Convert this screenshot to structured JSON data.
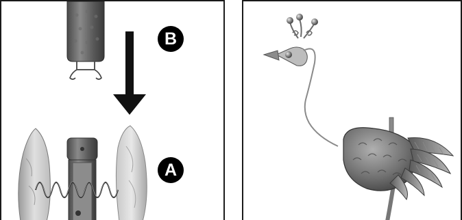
{
  "figure": {
    "left_panel": {
      "markers": [
        {
          "label": "B"
        },
        {
          "label": "A"
        }
      ],
      "icons": [
        "clip-part",
        "down-arrow",
        "spring-mount"
      ]
    },
    "right_panel": {
      "icons": [
        "peacock-garden-stake"
      ]
    }
  }
}
